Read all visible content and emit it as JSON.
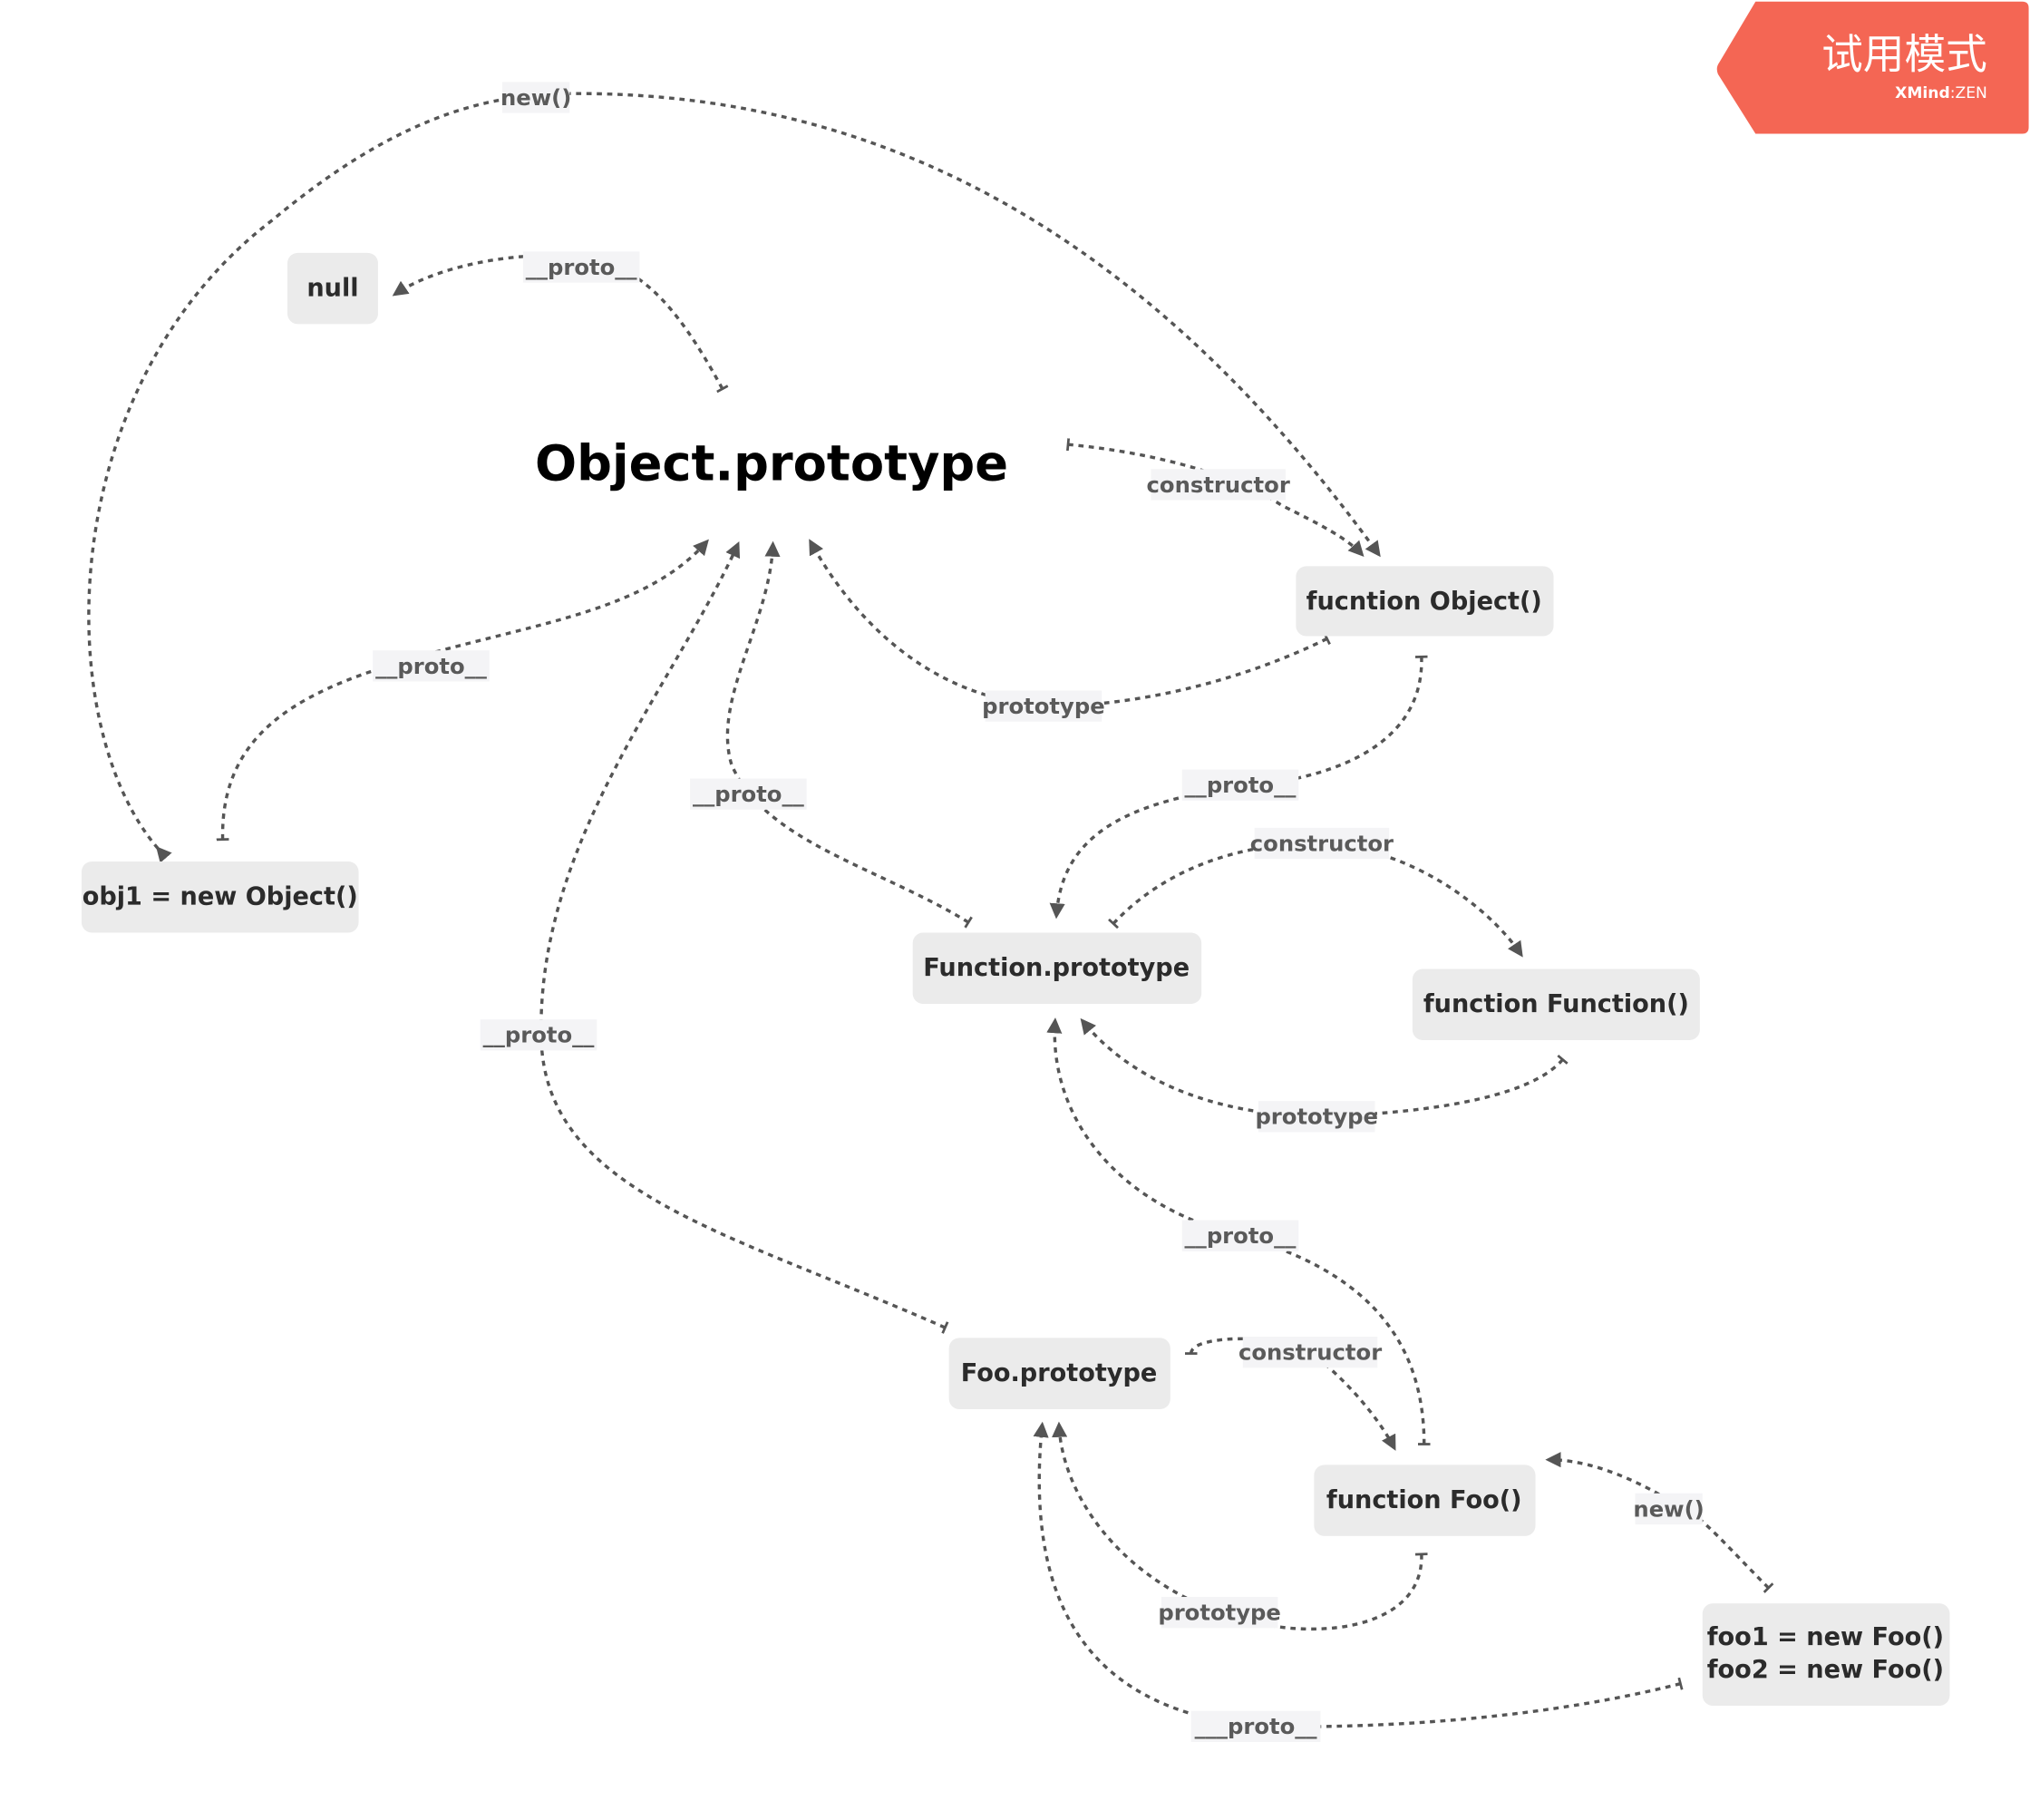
{
  "watermark": {
    "title": "试用模式",
    "brand": "XMind",
    "brand_suffix": "ZEN",
    "color": "#f46654"
  },
  "nodes": {
    "null": "null",
    "object_prototype": "Object.prototype",
    "function_object": "fucntion Object()",
    "obj1": "obj1 = new Object()",
    "function_prototype": "Function.prototype",
    "function_function": "function Function()",
    "foo_prototype": "Foo.prototype",
    "function_foo": "function Foo()",
    "foo_instances": [
      "foo1 =  new Foo()",
      "foo2 = new Foo()"
    ]
  },
  "edges": [
    {
      "label": "new()"
    },
    {
      "label": "__proto__"
    },
    {
      "label": "constructor"
    },
    {
      "label": "prototype"
    },
    {
      "label": "__proto__"
    },
    {
      "label": "__proto__"
    },
    {
      "label": "__proto__"
    },
    {
      "label": "__proto__"
    },
    {
      "label": "constructor"
    },
    {
      "label": "prototype"
    },
    {
      "label": "__proto__"
    },
    {
      "label": "constructor"
    },
    {
      "label": "prototype"
    },
    {
      "label": "new()"
    },
    {
      "label": "___proto__"
    }
  ]
}
